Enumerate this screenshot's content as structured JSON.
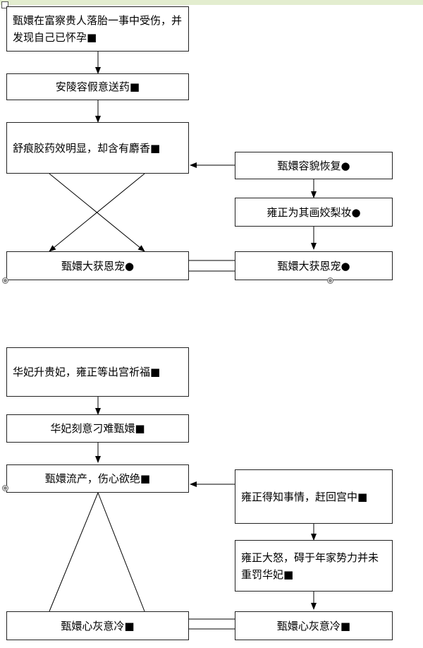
{
  "diagram1": {
    "box_a": "甄嬛在富察贵人落胎一事中受伤，并发现自己已怀孕■",
    "box_b": "安陵容假意送药■",
    "box_c": "舒痕胶药效明显，却含有麝香■",
    "box_d": "甄嬛容貌恢复●",
    "box_e": "雍正为其画姣梨妆●",
    "box_f": "甄嬛大获恩宠●",
    "box_g": "甄嬛大获恩宠●"
  },
  "diagram2": {
    "box_a": "华妃升贵妃，雍正等出宫祈福■",
    "box_b": "华妃刻意刁难甄嬛■",
    "box_c": "甄嬛流产，伤心欲绝■",
    "box_d": "雍正得知事情，赶回宫中■",
    "box_e": "雍正大怒，碍于年家势力并未重罚华妃■",
    "box_f": "甄嬛心灰意冷■",
    "box_g": "甄嬛心灰意冷■"
  }
}
